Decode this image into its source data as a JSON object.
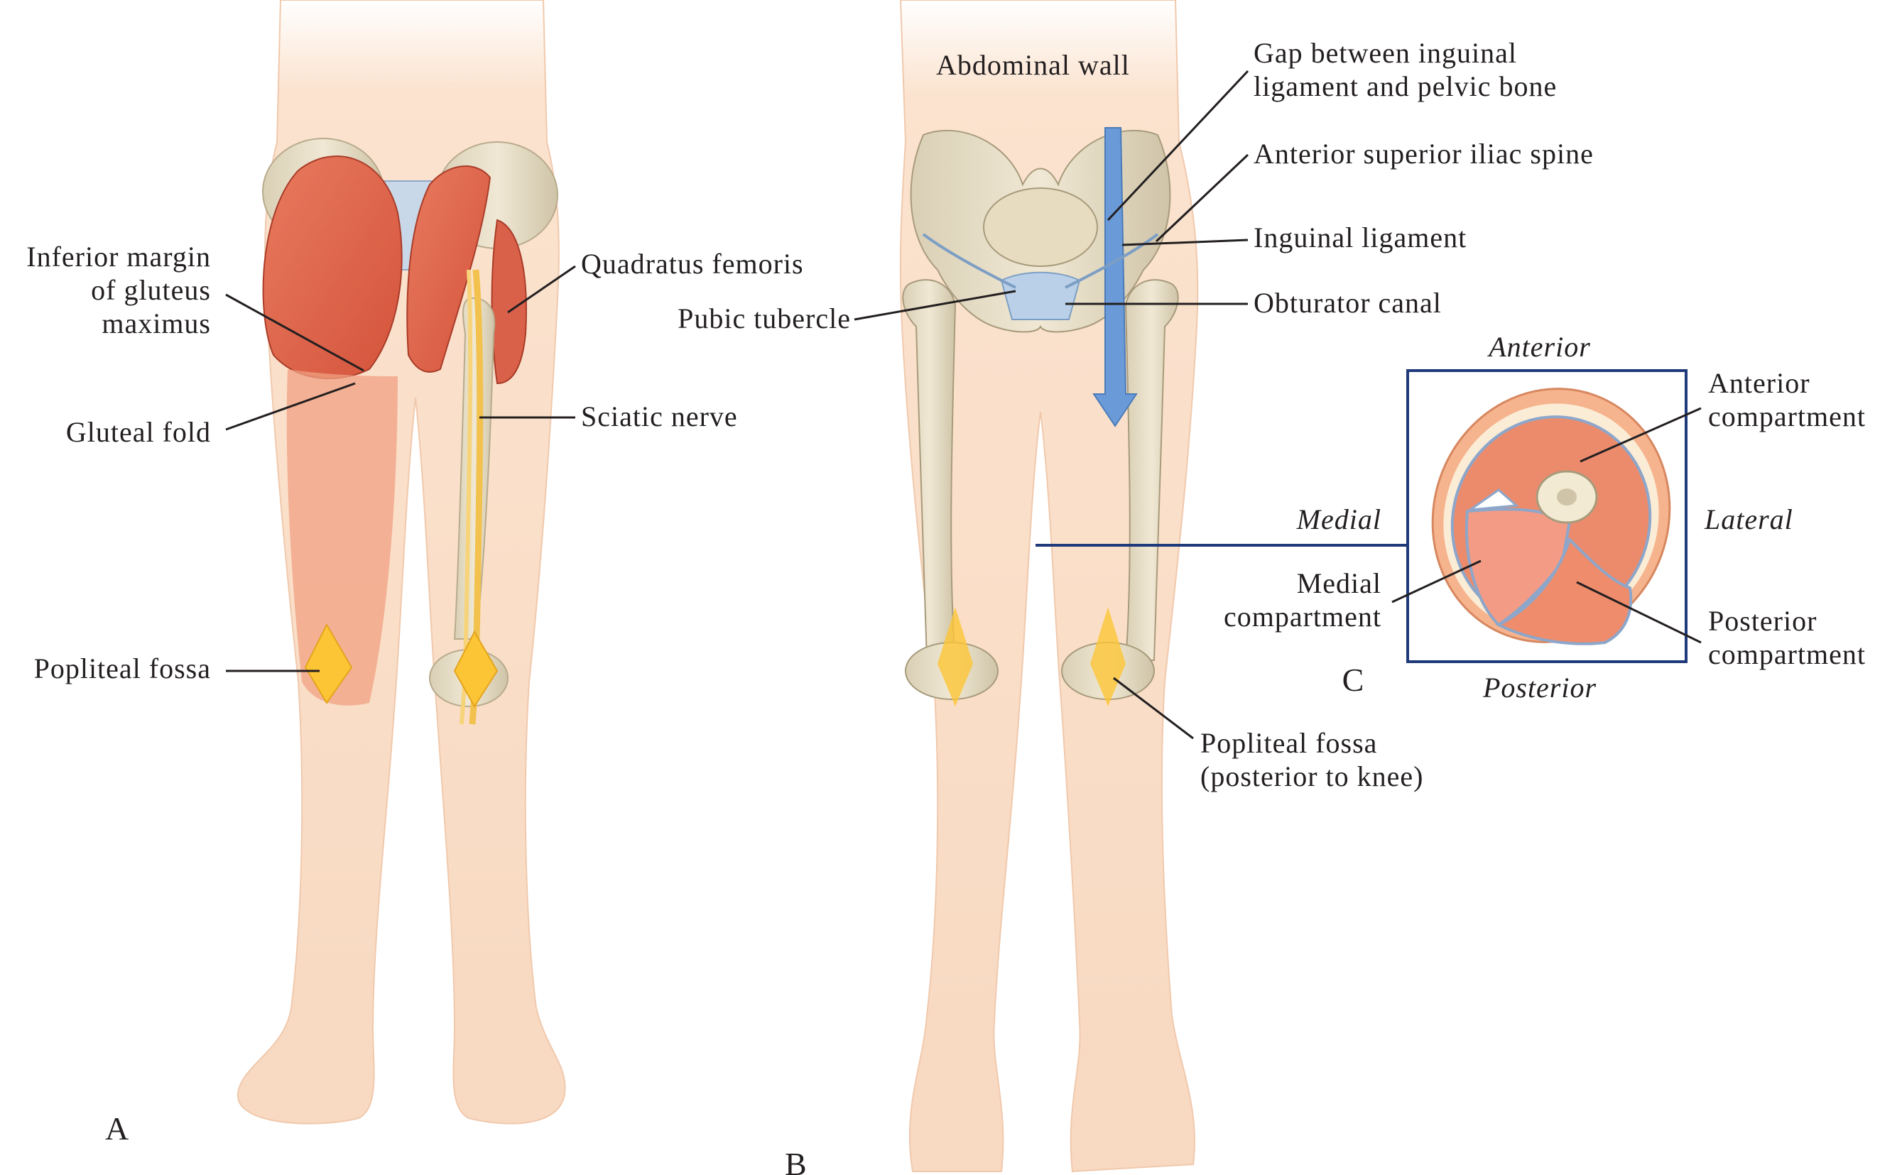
{
  "panel_letters": {
    "a": "A",
    "b": "B",
    "c": "C"
  },
  "labels_a": {
    "inferior_margin_line1": "Inferior margin",
    "inferior_margin_line2": "of gluteus",
    "inferior_margin_line3": "maximus",
    "gluteal_fold": "Gluteal fold",
    "popliteal_fossa": "Popliteal fossa",
    "quadratus_femoris": "Quadratus femoris",
    "sciatic_nerve": "Sciatic nerve"
  },
  "labels_b": {
    "abdominal_wall": "Abdominal wall",
    "gap_line1": "Gap between inguinal",
    "gap_line2": "ligament and pelvic bone",
    "asis": "Anterior superior iliac spine",
    "inguinal_ligament": "Inguinal ligament",
    "pubic_tubercle": "Pubic tubercle",
    "obturator_canal": "Obturator canal",
    "popliteal_line1": "Popliteal fossa",
    "popliteal_line2": "(posterior to knee)"
  },
  "labels_c": {
    "anterior": "Anterior",
    "posterior": "Posterior",
    "medial": "Medial",
    "lateral": "Lateral",
    "anterior_comp_line1": "Anterior",
    "anterior_comp_line2": "compartment",
    "medial_comp_line1": "Medial",
    "medial_comp_line2": "compartment",
    "posterior_comp_line1": "Posterior",
    "posterior_comp_line2": "compartment"
  }
}
